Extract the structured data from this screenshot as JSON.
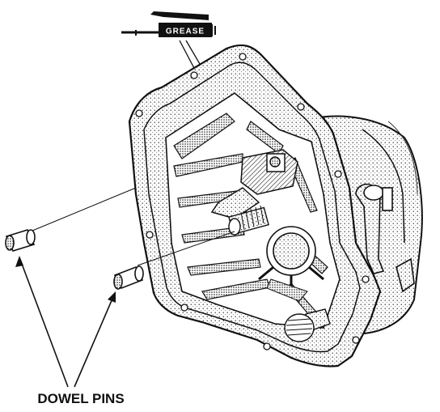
{
  "labels": {
    "grease": "GREASE",
    "dowel_pins": "DOWEL PINS"
  },
  "colors": {
    "ink": "#111111",
    "paper": "#ffffff",
    "shade": "#9a9a9a"
  },
  "icons": {
    "grease_tag": "grease-brush-symbol"
  }
}
